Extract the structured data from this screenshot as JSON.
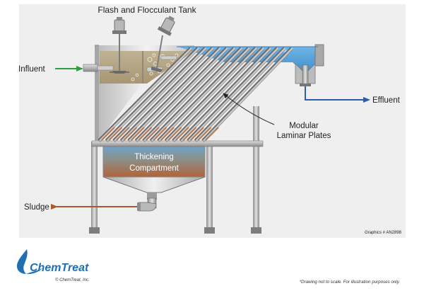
{
  "title": "Flash and Flocculant Tank",
  "labels": {
    "influent": "Influent",
    "effluent": "Effluent",
    "plates_line1": "Modular",
    "plates_line2": "Laminar Plates",
    "thickening_line1": "Thickening",
    "thickening_line2": "Compartment",
    "sludge": "Sludge"
  },
  "graphics_id": "Graphics # AN2898",
  "logo": {
    "brand": "ChemTreat",
    "copyright": "© ChemTreat, Inc."
  },
  "disclaimer": "*Drawing not to scale. For illustration purposes only.",
  "colors": {
    "panel_bg": "#efefef",
    "water_blue": "#4f9bd3",
    "influent_green": "#2e9e3e",
    "effluent_blue": "#2b5da8",
    "sludge_brown": "#a65a2e",
    "steel": "#9a9a9a",
    "logo_blue": "#1f6fb3"
  },
  "icons": [
    "influent-arrow-icon",
    "effluent-arrow-icon",
    "sludge-arrow-icon",
    "mixer-icon",
    "chemtreat-drop-icon"
  ]
}
